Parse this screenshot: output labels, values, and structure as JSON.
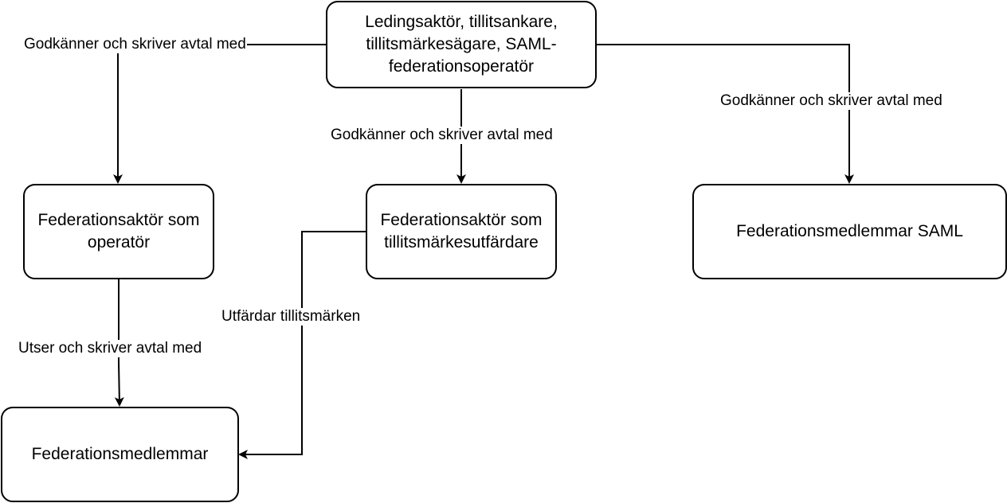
{
  "diagram": {
    "nodes": {
      "root": "Ledingsaktör, tillitsankare,\ntillitsmärkesägare, SAML-\nfederationsoperatör",
      "operator": "Federationsaktör som\noperatör",
      "issuer": "Federationsaktör som\ntillitsmärkesutfärdare",
      "saml_members": "Federationsmedlemmar SAML",
      "members": "Federationsmedlemmar"
    },
    "edges": {
      "root_to_operator": "Godkänner och skriver avtal med",
      "root_to_issuer": "Godkänner och skriver avtal med",
      "root_to_saml": "Godkänner och skriver avtal med",
      "operator_to_members": "Utser och skriver avtal med",
      "issuer_to_members": "Utfärdar tillitsmärken"
    },
    "colors": {
      "stroke": "#000000",
      "fill": "#ffffff"
    }
  }
}
